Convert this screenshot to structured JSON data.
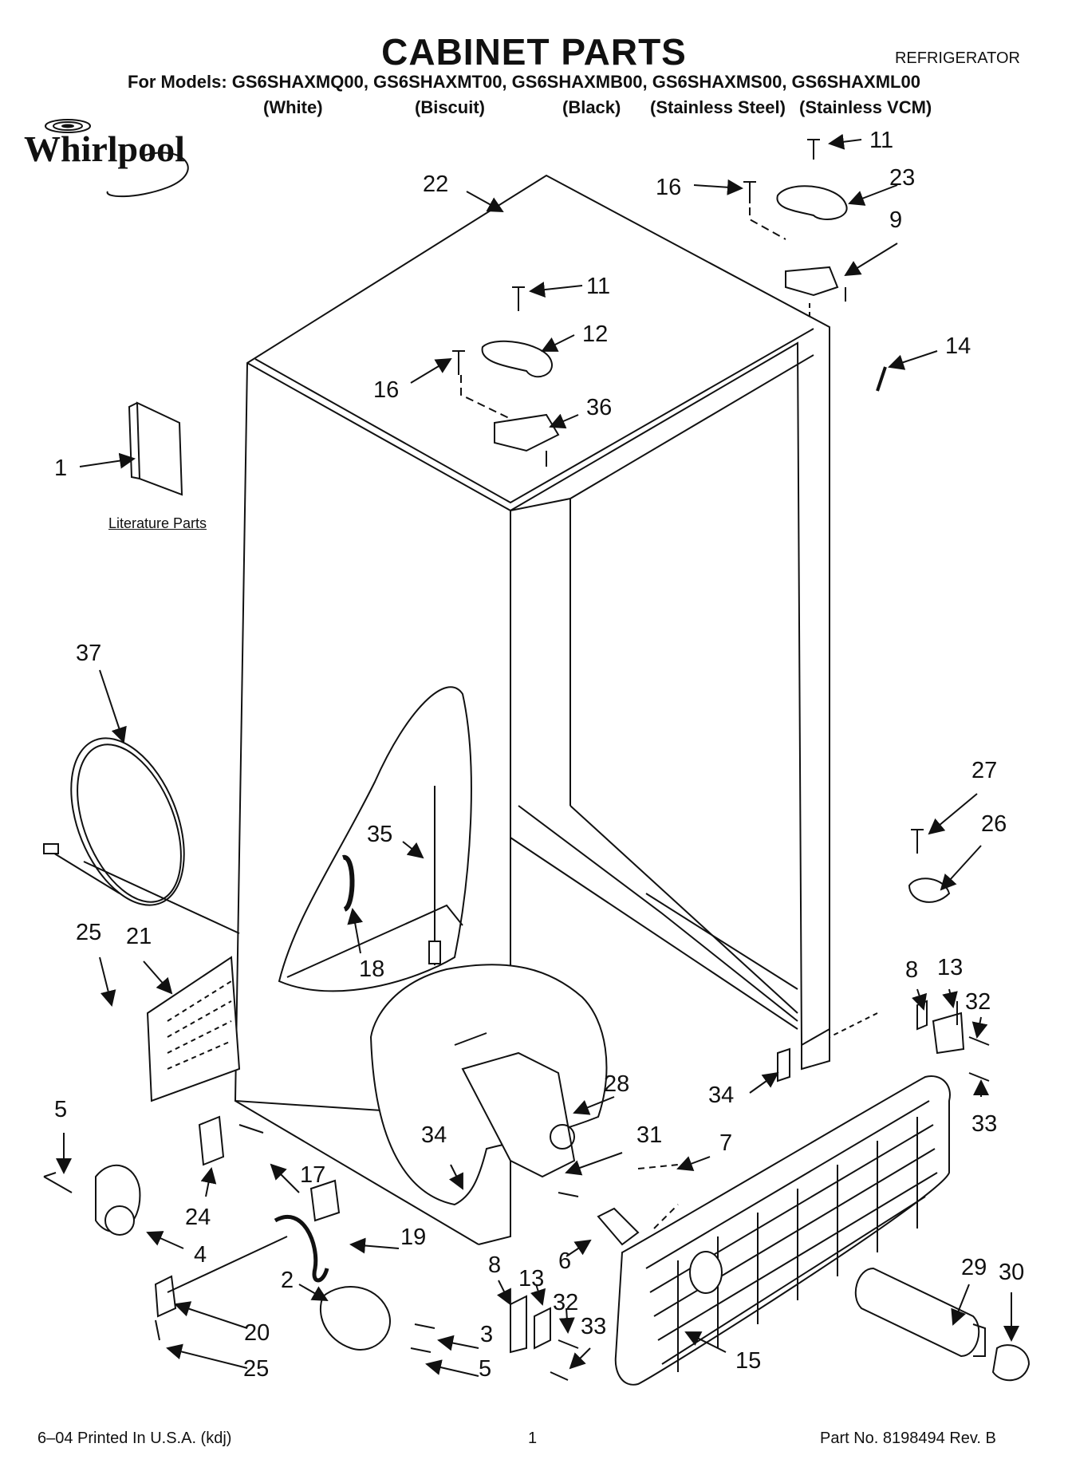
{
  "header": {
    "title": "CABINET PARTS",
    "category": "REFRIGERATOR",
    "models_line": "For Models: GS6SHAXMQ00, GS6SHAXMT00, GS6SHAXMB00, GS6SHAXMS00, GS6SHAXML00",
    "variants": [
      "(White)",
      "(Biscuit)",
      "(Black)",
      "(Stainless Steel)",
      "(Stainless VCM)"
    ]
  },
  "brand": {
    "logo_text": "Whirlpool"
  },
  "labels": {
    "literature": "Literature Parts"
  },
  "callouts": [
    {
      "id": "c-11a",
      "text": "11"
    },
    {
      "id": "c-23",
      "text": "23"
    },
    {
      "id": "c-16a",
      "text": "16"
    },
    {
      "id": "c-22",
      "text": "22"
    },
    {
      "id": "c-9",
      "text": "9"
    },
    {
      "id": "c-11b",
      "text": "11"
    },
    {
      "id": "c-12",
      "text": "12"
    },
    {
      "id": "c-14",
      "text": "14"
    },
    {
      "id": "c-16b",
      "text": "16"
    },
    {
      "id": "c-36",
      "text": "36"
    },
    {
      "id": "c-1",
      "text": "1"
    },
    {
      "id": "c-37",
      "text": "37"
    },
    {
      "id": "c-27",
      "text": "27"
    },
    {
      "id": "c-26",
      "text": "26"
    },
    {
      "id": "c-35",
      "text": "35"
    },
    {
      "id": "c-18",
      "text": "18"
    },
    {
      "id": "c-25a",
      "text": "25"
    },
    {
      "id": "c-21",
      "text": "21"
    },
    {
      "id": "c-8a",
      "text": "8"
    },
    {
      "id": "c-13a",
      "text": "13"
    },
    {
      "id": "c-32a",
      "text": "32"
    },
    {
      "id": "c-28",
      "text": "28"
    },
    {
      "id": "c-34a",
      "text": "34"
    },
    {
      "id": "c-33a",
      "text": "33"
    },
    {
      "id": "c-5a",
      "text": "5"
    },
    {
      "id": "c-34b",
      "text": "34"
    },
    {
      "id": "c-31",
      "text": "31"
    },
    {
      "id": "c-7",
      "text": "7"
    },
    {
      "id": "c-17",
      "text": "17"
    },
    {
      "id": "c-24",
      "text": "24"
    },
    {
      "id": "c-19",
      "text": "19"
    },
    {
      "id": "c-4",
      "text": "4"
    },
    {
      "id": "c-6",
      "text": "6"
    },
    {
      "id": "c-29",
      "text": "29"
    },
    {
      "id": "c-2",
      "text": "2"
    },
    {
      "id": "c-8b",
      "text": "8"
    },
    {
      "id": "c-13b",
      "text": "13"
    },
    {
      "id": "c-32b",
      "text": "32"
    },
    {
      "id": "c-30",
      "text": "30"
    },
    {
      "id": "c-20",
      "text": "20"
    },
    {
      "id": "c-3",
      "text": "3"
    },
    {
      "id": "c-33b",
      "text": "33"
    },
    {
      "id": "c-15",
      "text": "15"
    },
    {
      "id": "c-25b",
      "text": "25"
    },
    {
      "id": "c-5b",
      "text": "5"
    }
  ],
  "footer": {
    "printed": "6–04 Printed In U.S.A. (kdj)",
    "page": "1",
    "part_no": "Part No. 8198494 Rev. B"
  }
}
